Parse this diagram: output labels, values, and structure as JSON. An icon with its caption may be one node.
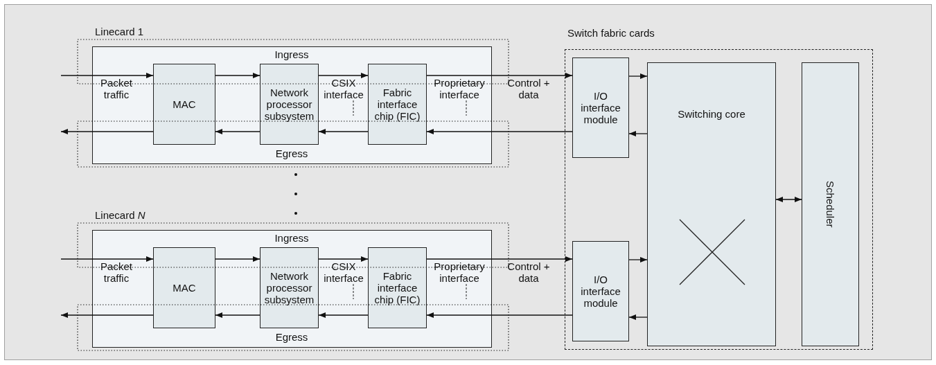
{
  "diagram": {
    "nodes": [
      {
        "text": [
          "Linecard 1"
        ]
      },
      {
        "text": [
          "MAC"
        ],
        "in": 0
      },
      {
        "text": [
          "Network processor subsystem"
        ],
        "in": 0
      },
      {
        "text": [
          "Fabric interface chip (FIC)"
        ],
        "in": 0
      },
      {
        "text": [
          "Linecard *N*"
        ]
      },
      {
        "text": [
          "MAC"
        ],
        "in": 4
      },
      {
        "text": [
          "Network processor subsystem"
        ],
        "in": 4
      },
      {
        "text": [
          "Fabric interface chip (FIC)"
        ],
        "in": 4
      },
      {
        "text": [
          "Switch fabric cards"
        ]
      },
      {
        "text": [
          "I/O interface module"
        ],
        "in": 8
      },
      {
        "text": [
          "I/O interface module"
        ],
        "in": 8
      },
      {
        "text": [
          "Switching core"
        ],
        "in": 8
      },
      {
        "text": [
          "Scheduler"
        ],
        "in": 8
      }
    ],
    "edges": [
      {
        "from": null,
        "to": 1,
        "arrow": "to"
      },
      {
        "from": 1,
        "to": 2,
        "arrow": "to"
      },
      {
        "from": 2,
        "to": 3,
        "arrow": "to"
      },
      {
        "from": 3,
        "to": 9,
        "arrow": "to"
      },
      {
        "from": 9,
        "to": 11,
        "arrow": "to"
      },
      {
        "from": 11,
        "to": 9,
        "arrow": "to"
      },
      {
        "from": 9,
        "to": 3,
        "arrow": "to"
      },
      {
        "from": 3,
        "to": 2,
        "arrow": "to"
      },
      {
        "from": 2,
        "to": 1,
        "arrow": "to"
      },
      {
        "from": 1,
        "to": null,
        "arrow": "to"
      },
      {
        "from": null,
        "to": 5,
        "arrow": "to"
      },
      {
        "from": 5,
        "to": 6,
        "arrow": "to"
      },
      {
        "from": 6,
        "to": 7,
        "arrow": "to"
      },
      {
        "from": 7,
        "to": 10,
        "arrow": "to"
      },
      {
        "from": 10,
        "to": 11,
        "arrow": "to"
      },
      {
        "from": 11,
        "to": 10,
        "arrow": "to"
      },
      {
        "from": 10,
        "to": 7,
        "arrow": "to"
      },
      {
        "from": 7,
        "to": 6,
        "arrow": "to"
      },
      {
        "from": 6,
        "to": 5,
        "arrow": "to"
      },
      {
        "from": 5,
        "to": null,
        "arrow": "to"
      },
      {
        "from": 11,
        "to": 12,
        "arrow": "both"
      }
    ],
    "labels": [
      "Ingress",
      "Packet traffic",
      "CSIX interface",
      "Proprietary interface",
      "Control + data",
      "Egress",
      "Ingress",
      "Packet traffic",
      "CSIX interface",
      "Proprietary interface",
      "Control + data",
      "Egress"
    ]
  }
}
